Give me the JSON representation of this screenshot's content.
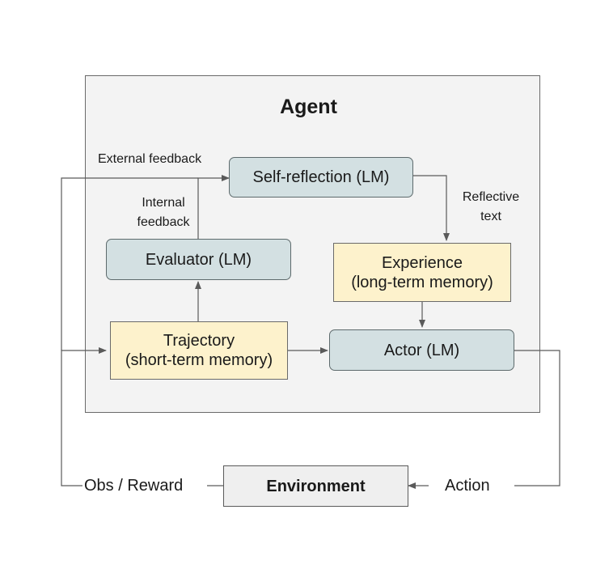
{
  "agent": {
    "title": "Agent"
  },
  "nodes": {
    "self_reflection": "Self-reflection (LM)",
    "evaluator": "Evaluator (LM)",
    "experience": {
      "line1": "Experience",
      "line2": "(long-term memory)"
    },
    "trajectory": {
      "line1": "Trajectory",
      "line2": "(short-term memory)"
    },
    "actor": "Actor (LM)",
    "environment": "Environment"
  },
  "edges": {
    "external_feedback": "External feedback",
    "internal_feedback": {
      "line1": "Internal",
      "line2": "feedback"
    },
    "reflective_text": {
      "line1": "Reflective",
      "line2": "text"
    },
    "obs_reward": "Obs / Reward",
    "action": "Action"
  },
  "colors": {
    "lm_fill": "#d3e0e2",
    "memory_fill": "#fdf2cc",
    "environment_fill": "#efefef",
    "agent_fill": "#f3f3f3",
    "line": "#5a5a5a"
  }
}
